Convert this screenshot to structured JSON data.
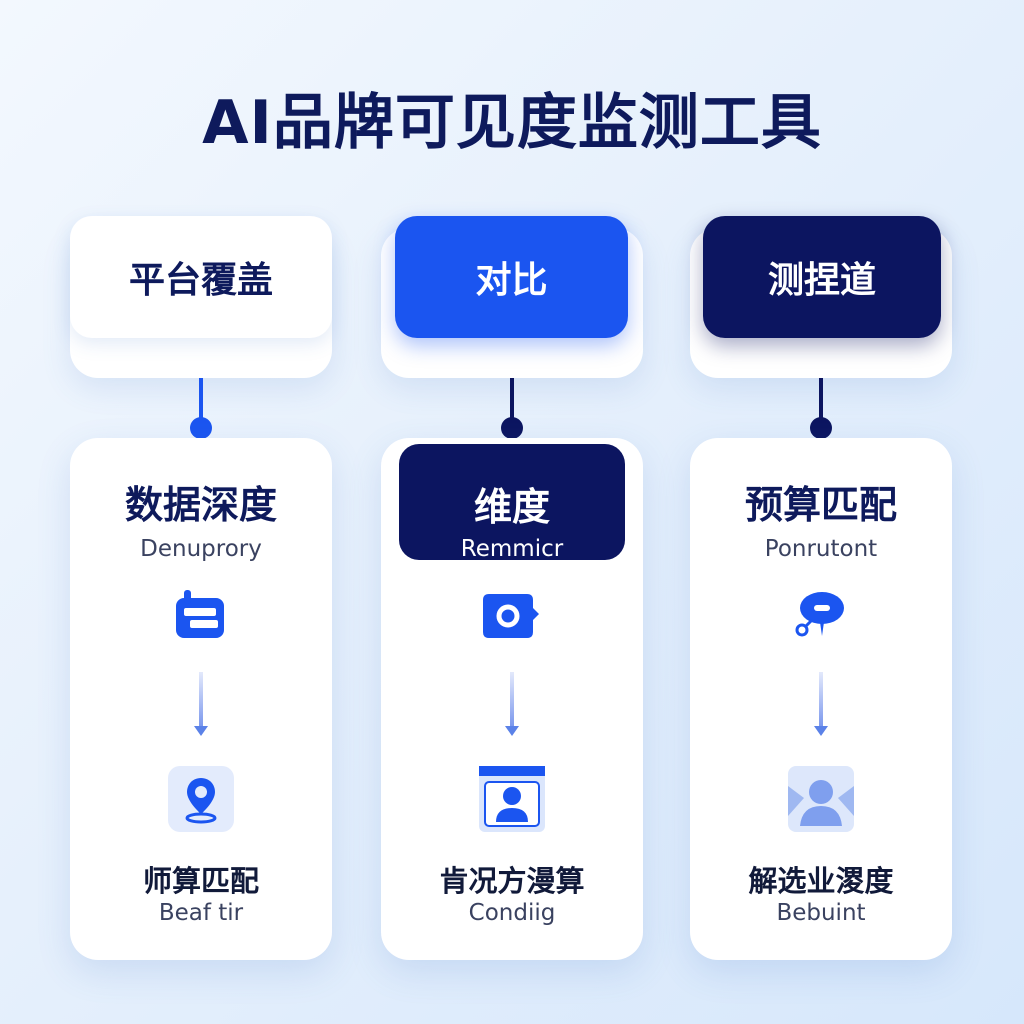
{
  "title": "AI品牌可见度监测工具",
  "columns": [
    {
      "tab_label": "平台覆盖",
      "tab_style": "light",
      "heading": "数据深度",
      "subheading": "Denuprory",
      "top_icon": "calendar-icon",
      "bottom_icon": "location-pin-icon",
      "footer_title": "师算匹配",
      "footer_subtitle": "Beaf tir"
    },
    {
      "tab_label": "对比",
      "tab_style": "blue",
      "heading": "维度",
      "subheading": "Remmicr",
      "top_icon": "target-chat-icon",
      "bottom_icon": "user-profile-icon",
      "footer_title": "肯况方漫算",
      "footer_subtitle": "Condiig"
    },
    {
      "tab_label": "测捏道",
      "tab_style": "navy",
      "heading": "预算匹配",
      "subheading": "Ponrutont",
      "top_icon": "speech-bubble-icon",
      "bottom_icon": "user-avatar-icon",
      "footer_title": "解选业溭度",
      "footer_subtitle": "Bebuint"
    }
  ],
  "colors": {
    "navy": "#0c1560",
    "blue": "#1b55f0",
    "background": "#e6f0fc"
  }
}
